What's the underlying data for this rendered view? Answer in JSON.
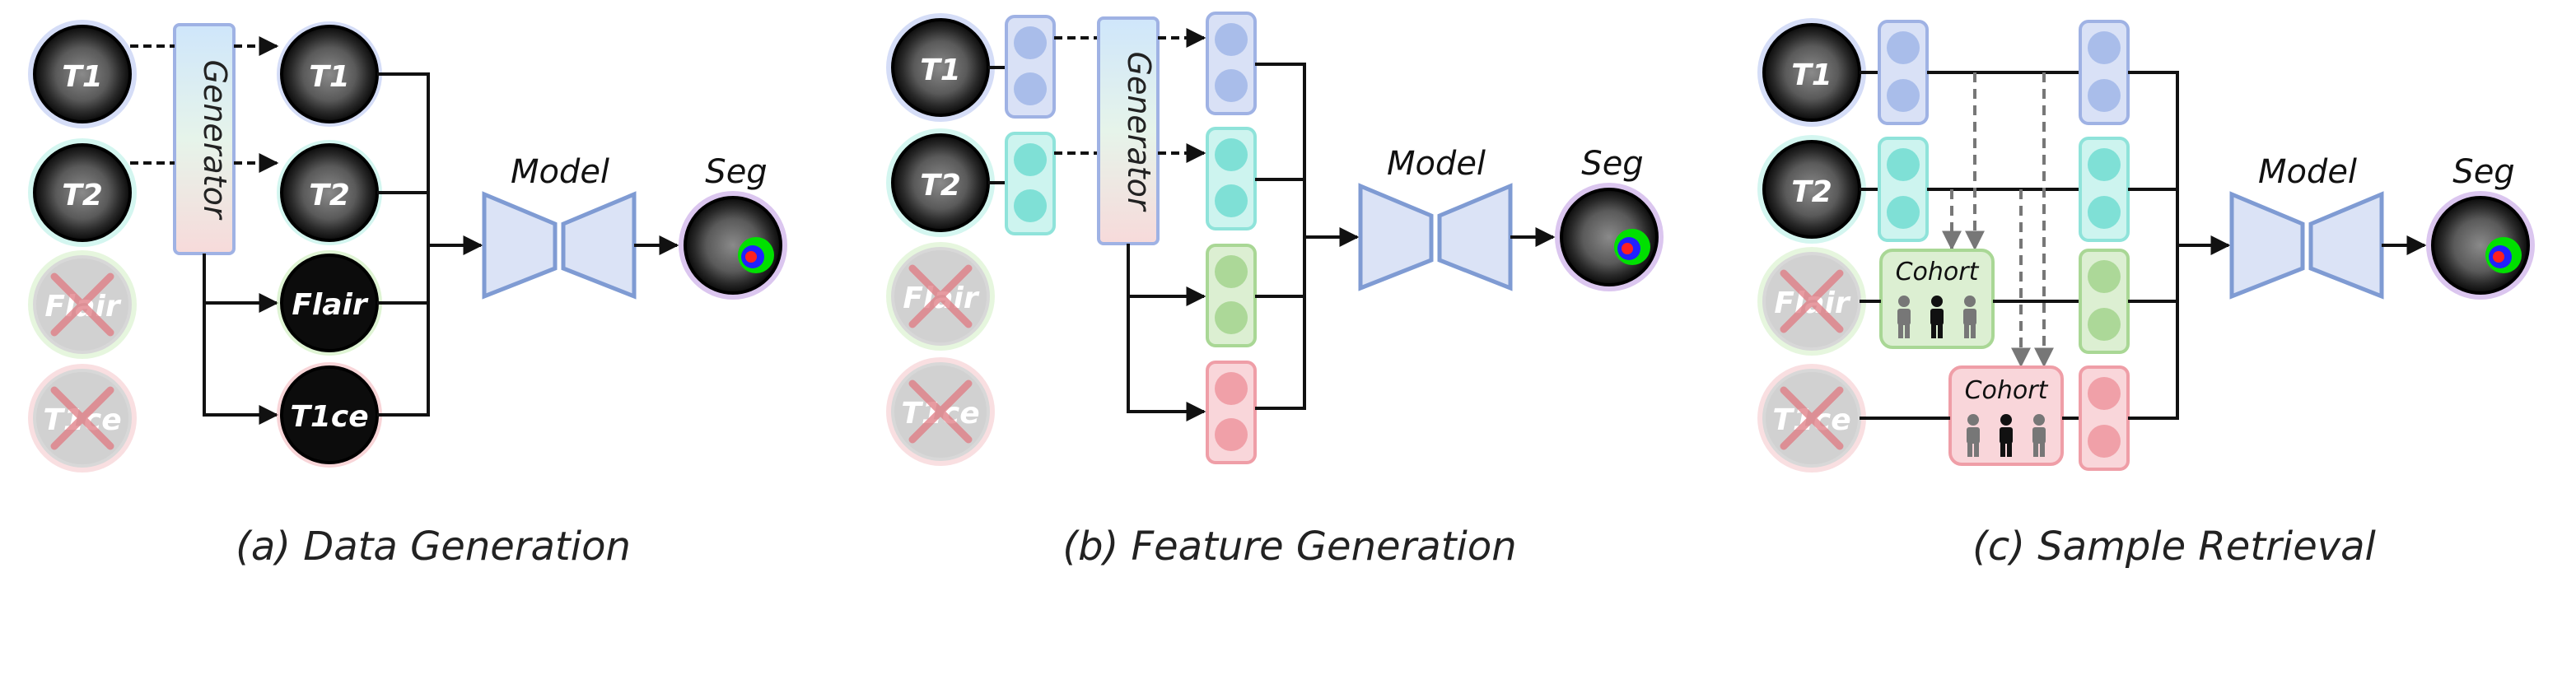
{
  "colors": {
    "line": "#111111",
    "dash_arrow": "#777777",
    "t1_fill": "#a9bdea",
    "t1_box": "#d9e1f6",
    "t1_stroke": "#9fb2e4",
    "t2_fill": "#7fe0d6",
    "t2_box": "#cdf4ef",
    "t2_stroke": "#8fe3da",
    "flair_fill": "#acd898",
    "flair_box": "#dcefd2",
    "flair_stroke": "#a9d795",
    "t1ce_fill": "#f0a0a8",
    "t1ce_box": "#f9d6da",
    "t1ce_stroke": "#ef9ea7",
    "model_fill": "#dbe3f6",
    "model_stroke": "#7f9bd3",
    "cross": "#e07a82",
    "brain_glow_t1": "#b9c6f2",
    "brain_glow_t2": "#b8f0e6",
    "brain_glow_flair": "#c9edb8",
    "brain_glow_t1ce": "#f3b9be",
    "seg_glow": "#c8a8e6"
  },
  "modalities": {
    "t1": "T1",
    "t2": "T2",
    "flair": "Flair",
    "t1ce": "T1ce"
  },
  "labels": {
    "generator": "Generator",
    "model": "Model",
    "seg": "Seg",
    "cohort": "Cohort"
  },
  "captions": {
    "a": "(a) Data Generation",
    "b": "(b) Feature Generation",
    "c": "(c) Sample Retrieval"
  },
  "icons": {
    "brain": "brain-mri-icon",
    "person": "person-icon",
    "cross": "cross-icon"
  }
}
